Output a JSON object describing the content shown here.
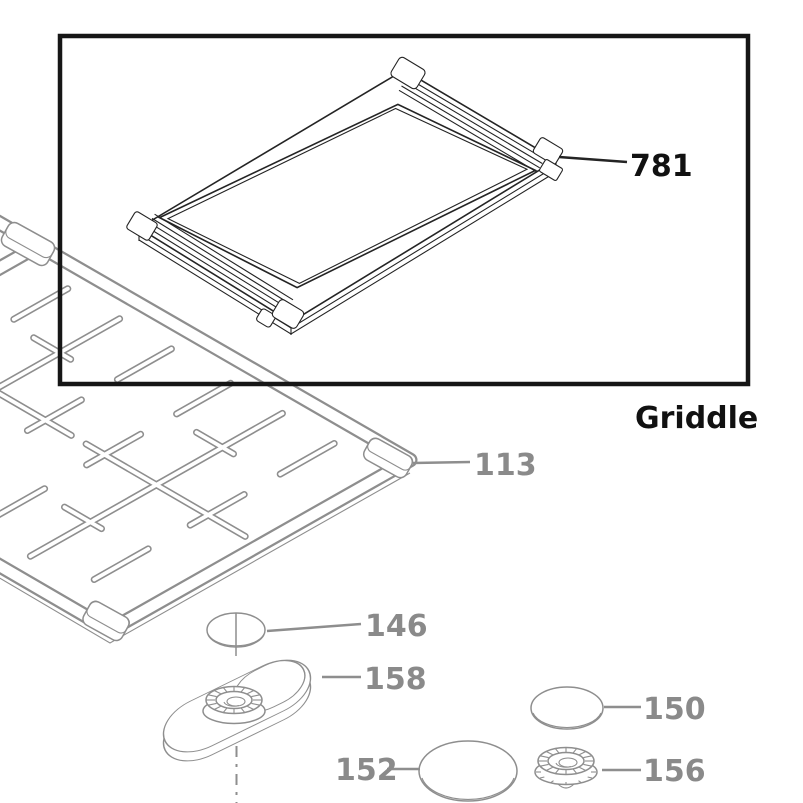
{
  "inset": {
    "caption": "Griddle"
  },
  "callouts": [
    {
      "id": "griddle",
      "label": "781",
      "color": "black"
    },
    {
      "id": "grate",
      "label": "113",
      "color": "gray"
    },
    {
      "id": "cap-146",
      "label": "146",
      "color": "gray"
    },
    {
      "id": "burner-base",
      "label": "158",
      "color": "gray"
    },
    {
      "id": "cap-150",
      "label": "150",
      "color": "gray"
    },
    {
      "id": "cap-152",
      "label": "152",
      "color": "gray"
    },
    {
      "id": "burner-head",
      "label": "156",
      "color": "gray"
    }
  ],
  "colors": {
    "line_black": "#242424",
    "line_gray": "#8e8e8e",
    "label_black": "#111111",
    "label_gray": "#8a8a8a",
    "background": "#ffffff"
  }
}
